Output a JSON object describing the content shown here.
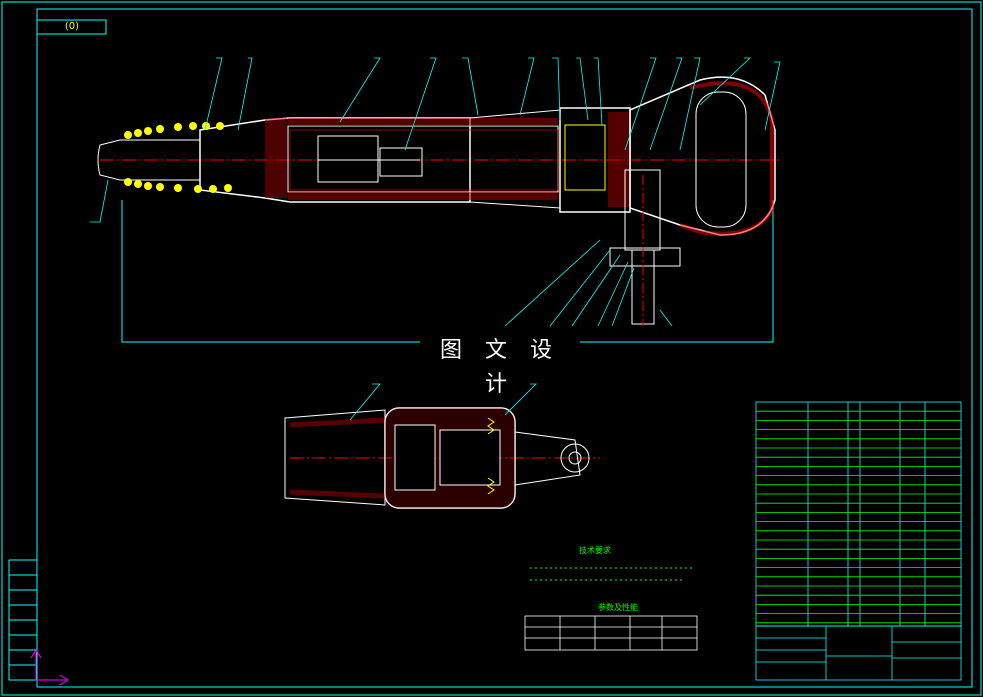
{
  "title_block": {
    "watermark_text": "图 文 设 计",
    "drawing_no": "(0)"
  },
  "notes": {
    "title": "技术要求"
  },
  "param_table": {
    "title": "参数及性能"
  },
  "colors": {
    "frame": "#00ffff",
    "part_outline": "#ffffff",
    "hatch": "#ff0000",
    "centerline": "#ff0000",
    "leader": "#00ffff",
    "spring": "#ffff00",
    "table_text": "#00ff00",
    "axis": "#ff00ff"
  },
  "icons": [
    "ucs-axis-icon"
  ]
}
